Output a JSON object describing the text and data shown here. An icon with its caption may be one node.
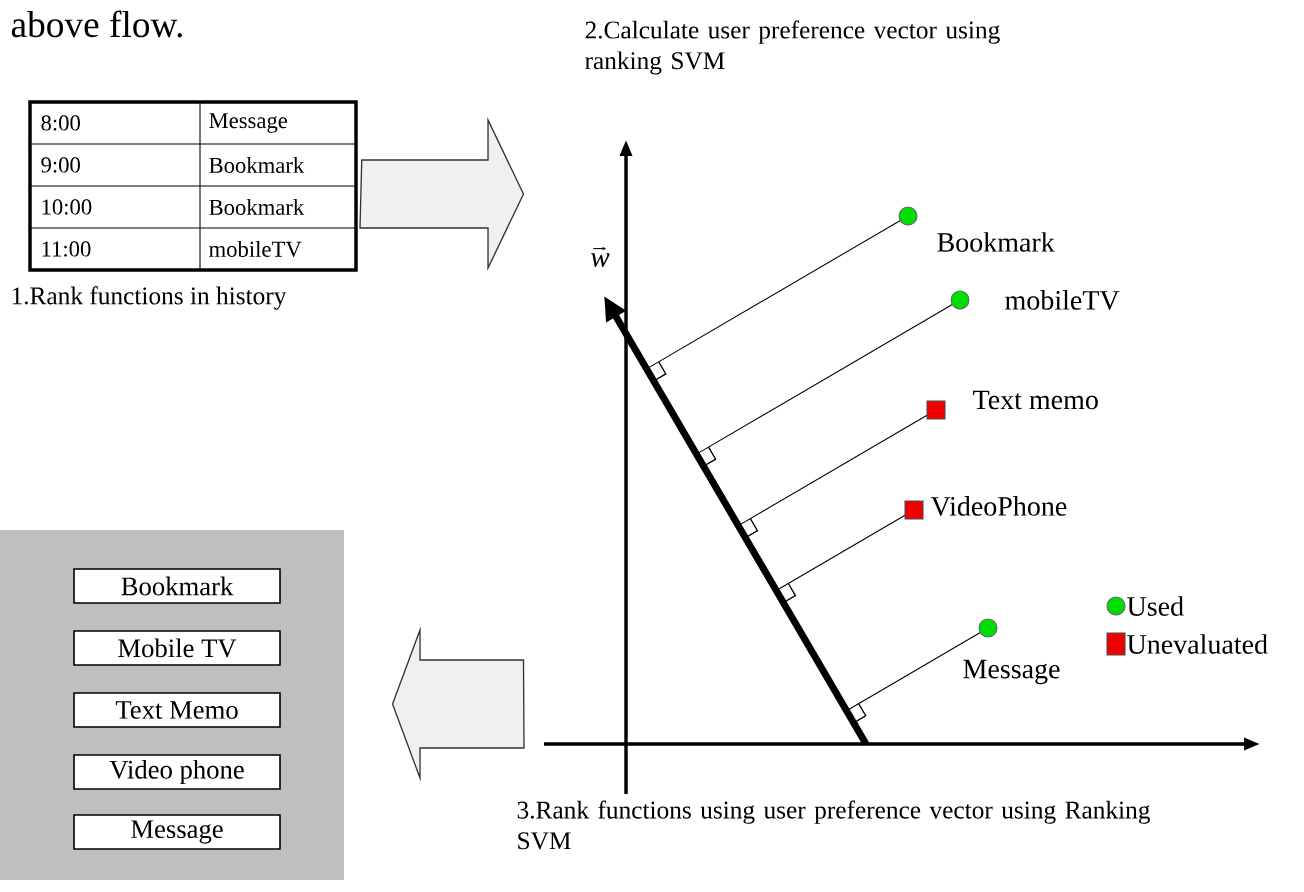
{
  "diagram": {
    "nodes": [
      {
        "text": [
          "8:00",
          "Message",
          "9:00",
          "Bookmark",
          "10:00",
          "Bookmark",
          "11:00",
          "mobileTV"
        ]
      },
      {
        "text": [],
        "shape": "picture"
      },
      {
        "text": [],
        "shape": "box"
      },
      {
        "text": [
          "Bookmark"
        ],
        "in": 2
      },
      {
        "text": [
          "Mobile TV"
        ],
        "in": 2
      },
      {
        "text": [
          "Text Memo"
        ],
        "in": 2
      },
      {
        "text": [
          "Video phone"
        ],
        "in": 2
      },
      {
        "text": [
          "Message"
        ],
        "in": 2
      }
    ],
    "edges": [
      {
        "from": 0,
        "to": 1,
        "arrow": "to"
      },
      {
        "from": 1,
        "to": 2,
        "arrow": "to"
      }
    ],
    "labels": [
      "above flow.",
      "1.Rank functions in history",
      "2.Calculate user preference vector using ranking SVM",
      "w",
      "Bookmark",
      "mobileTV",
      "Text memo",
      "VideoPhone",
      "Message",
      "3.Rank functions using user preference vector using Ranking SVM"
    ],
    "legend": [
      {
        "text": "Used",
        "color": "#00dd00"
      },
      {
        "text": "Unevaluated",
        "color": "#ee0000"
      }
    ]
  }
}
